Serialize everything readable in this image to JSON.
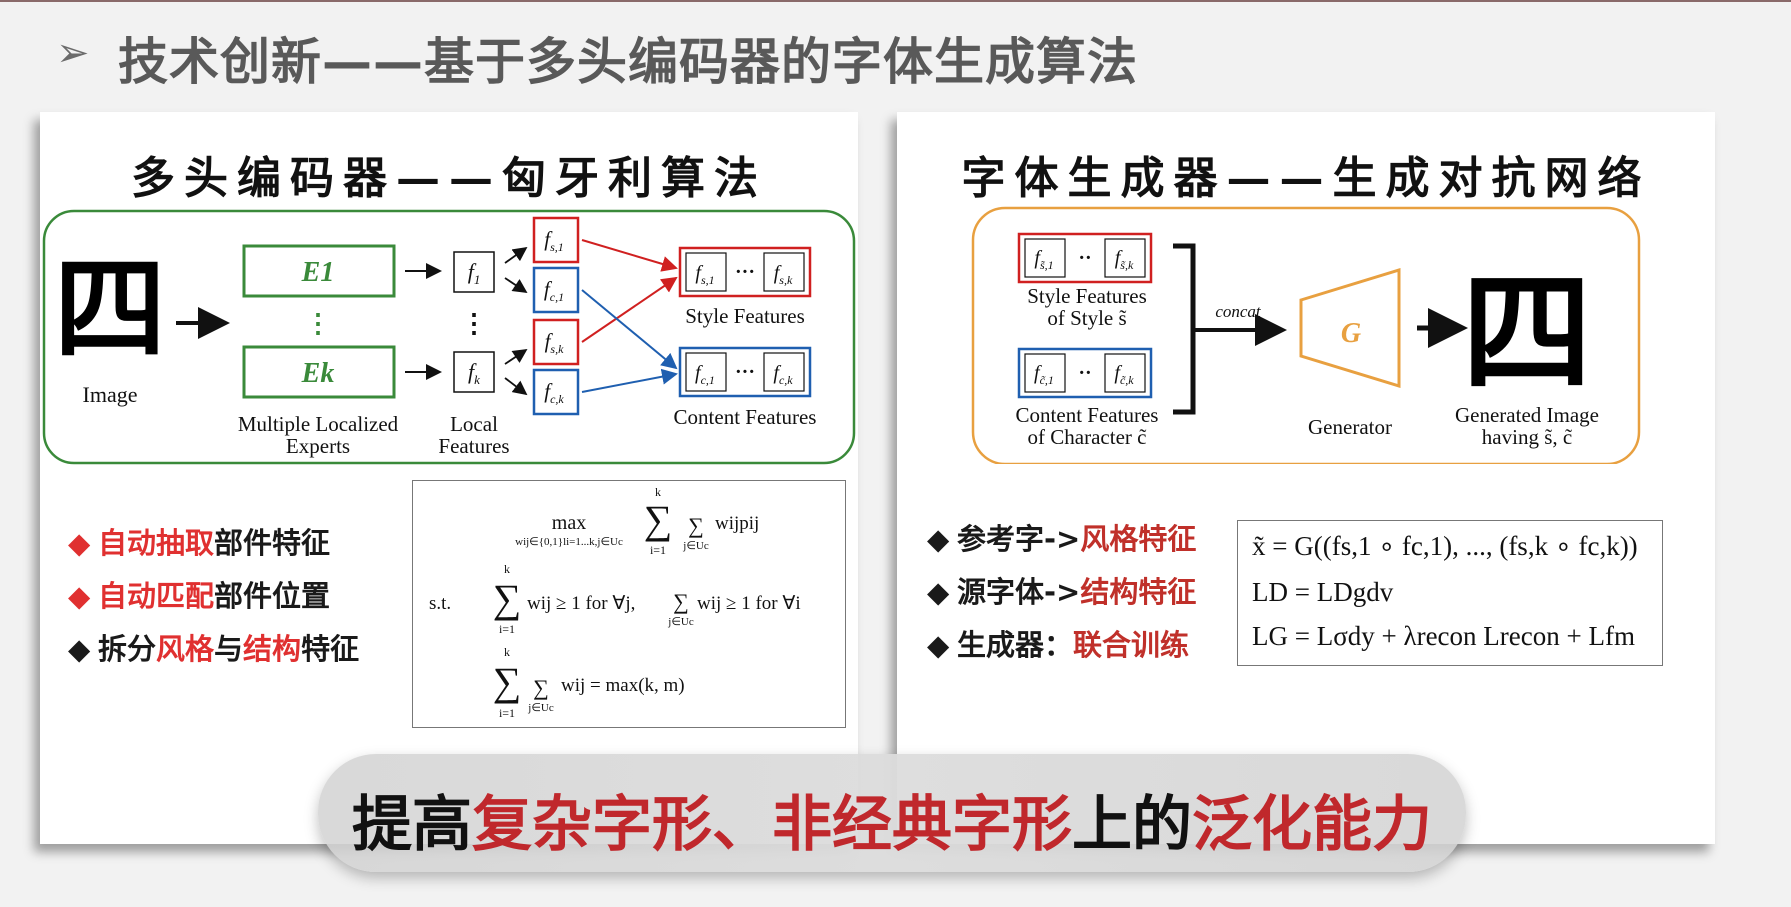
{
  "header": {
    "arrow": "➢",
    "title": "技术创新——基于多头编码器的字体生成算法"
  },
  "left_panel": {
    "title": "多头编码器——匈牙利算法",
    "diagram": {
      "image_char": "四",
      "image_label": "Image",
      "experts": [
        "E1",
        "Ek"
      ],
      "experts_label_1": "Multiple Localized",
      "experts_label_2": "Experts",
      "local_label_1": "Local",
      "local_label_2": "Features",
      "style_features_label": "Style Features",
      "content_features_label": "Content Features",
      "colors": {
        "green": "#3a8a3a",
        "red": "#d02020",
        "blue": "#1f5fb0"
      }
    },
    "bullets": [
      {
        "hl": "自动抽取",
        "rest": "部件特征"
      },
      {
        "hl": "自动匹配",
        "rest": "部件位置"
      },
      {
        "pre": "拆分",
        "hl1": "风格",
        "mid": "与",
        "hl2": "结构",
        "post": "特征"
      }
    ],
    "formula": {
      "max": "max",
      "max_sub": "wij∈{0,1}li=1...k,j∈Uc",
      "st": "s.t.",
      "line2": "wij ≥ 1 for ∀j,",
      "line2b": "wij ≥ 1 for ∀i",
      "line3": "wij = max(k, m)",
      "wp": "wijpij"
    }
  },
  "right_panel": {
    "title": "字体生成器——生成对抗网络",
    "diagram": {
      "style_label_1": "Style Features",
      "style_label_2": "of Style s̃",
      "content_label_1": "Content Features",
      "content_label_2": "of Character c̃",
      "concat": "concat",
      "generator_symbol": "G",
      "generator_label": "Generator",
      "output_char": "四",
      "output_label_1": "Generated Image",
      "output_label_2": "having s̃, c̃",
      "colors": {
        "orange": "#e8a040",
        "red": "#d02020",
        "blue": "#1f5fb0"
      }
    },
    "bullets": [
      {
        "pre": "参考字->",
        "hl": "风格特征"
      },
      {
        "pre": "源字体->",
        "hl": "结构特征"
      },
      {
        "pre": "生成器：",
        "hl": "联合训练"
      }
    ],
    "formulas": {
      "line1": "x̃  =  G((fs,1 ∘ fc,1), ..., (fs,k ∘ fc,k))",
      "line2": "LD = LDgdv",
      "line3": "LG = Lσdy + λrecon Lrecon + Lfm"
    }
  },
  "banner": {
    "p1": "提高",
    "p2": "复杂字形、非经典字形",
    "p3": "上的",
    "p4": "泛化能力"
  }
}
